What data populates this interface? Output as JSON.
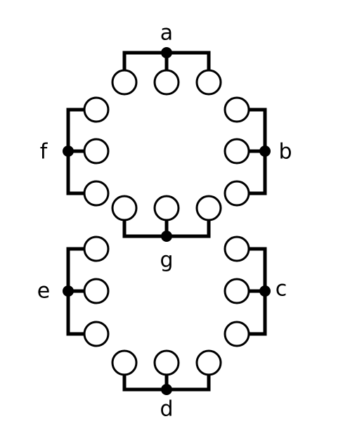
{
  "diagram": {
    "type": "seven-segment LED layout",
    "segments": [
      {
        "id": "a",
        "label": "a",
        "leds": 3
      },
      {
        "id": "b",
        "label": "b",
        "leds": 3
      },
      {
        "id": "c",
        "label": "c",
        "leds": 3
      },
      {
        "id": "d",
        "label": "d",
        "leds": 3
      },
      {
        "id": "e",
        "label": "e",
        "leds": 3
      },
      {
        "id": "f",
        "label": "f",
        "leds": 3
      },
      {
        "id": "g",
        "label": "g",
        "leds": 3
      }
    ],
    "colors": {
      "stroke": "#000000",
      "fill": "#ffffff"
    }
  }
}
